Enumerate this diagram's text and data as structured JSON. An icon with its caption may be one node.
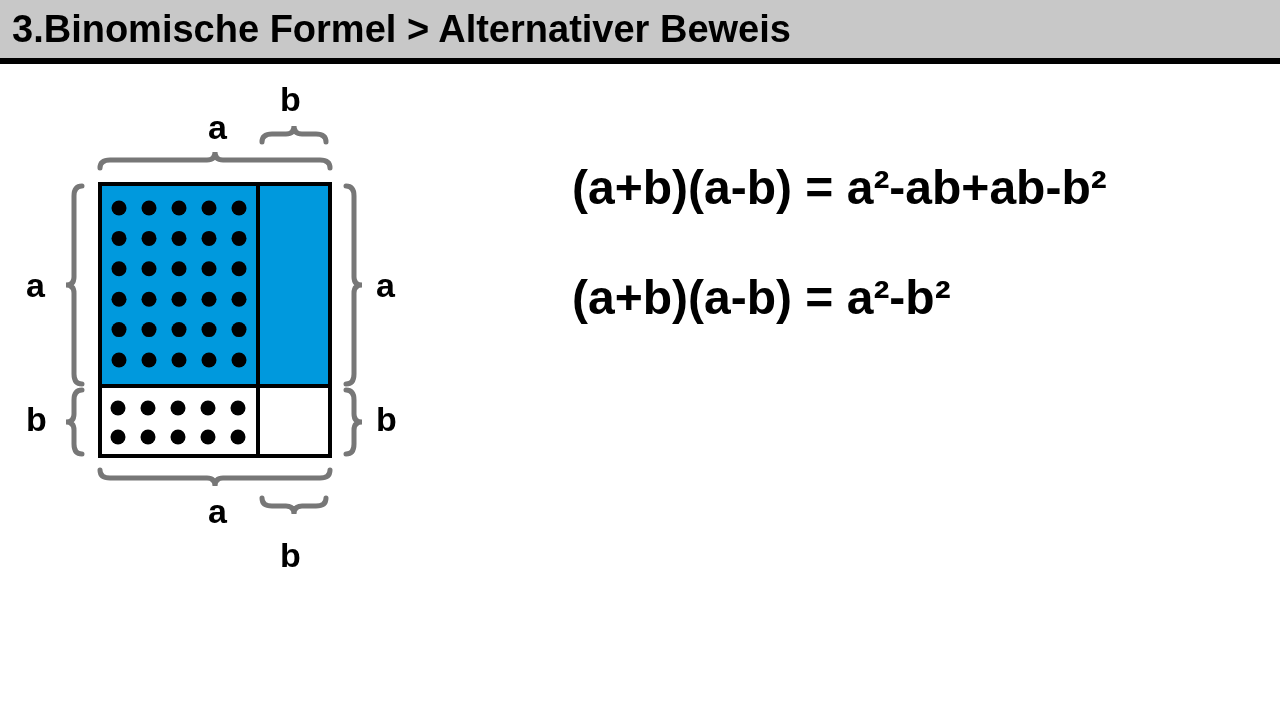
{
  "diagram": {
    "title": "3.Binomische Formel > Alternativer Beweis",
    "labels": [
      "b",
      "a",
      "(a+b)(a-b) = a²-ab+ab-b²",
      "a",
      "a",
      "(a+b)(a-b) = a²-b²",
      "b",
      "b",
      "a",
      "b"
    ]
  }
}
